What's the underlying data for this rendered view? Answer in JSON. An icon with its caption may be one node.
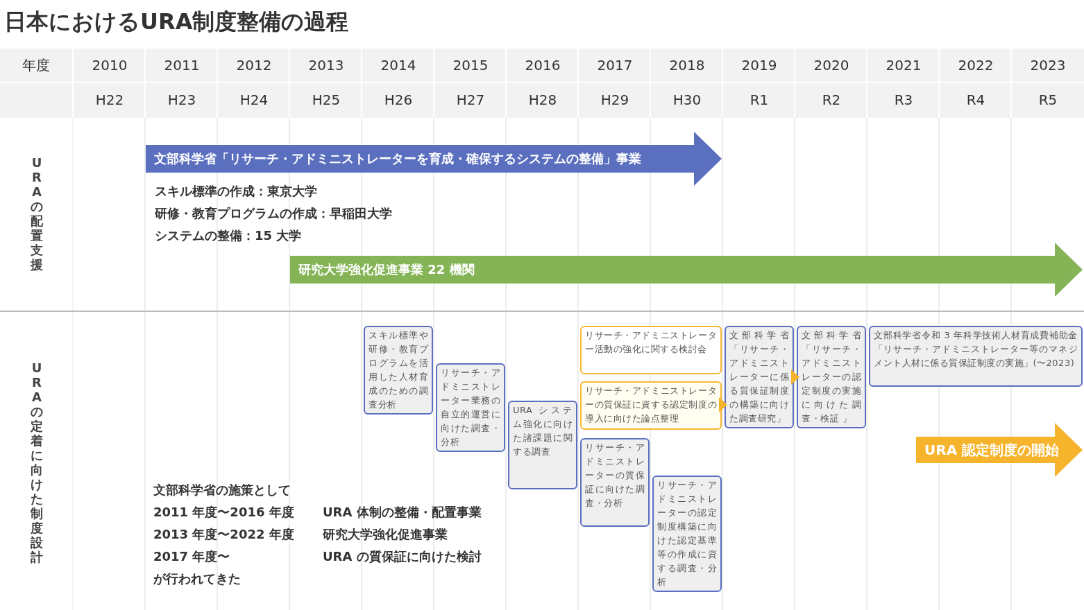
{
  "diagram": {
    "title": "日本におけるURA制度整備の過程",
    "nodes": [
      {
        "text": [
          "文部科学省「リサーチ・アドミニストレーターを育成・確保するシステムの整備」事業"
        ]
      },
      {
        "text": [
          "研究大学強化促進事業 22 機関"
        ]
      },
      {
        "text": [
          "スキル標準や研修・教育プログラムを活用した人材育成のための調査分析"
        ]
      },
      {
        "text": [
          "リサーチ・アドミニストレーター業務の自立的運営に向けた調査・分析"
        ]
      },
      {
        "text": [
          "URA システム強化に向けた諸課題に関する調査"
        ]
      },
      {
        "text": [
          "リサーチ・アドミニストレーター活動の強化に関する検討会"
        ]
      },
      {
        "text": [
          "リサーチ・アドミニストレーターの質保証に資する認定制度の導入に向けた論点整理"
        ]
      },
      {
        "text": [
          "リサーチ・アドミニストレーターの質保証に向けた調査・分析"
        ]
      },
      {
        "text": [
          "リサーチ・アドミニストレーターの認定制度構築に向けた認定基準等の作成に資する調査・分析"
        ]
      },
      {
        "text": [
          "文部科学省「リサーチ・アドミニストレーターに係る質保証制度の構築に向けた調査研究」"
        ]
      },
      {
        "text": [
          "文部科学省「リサーチ・アドミニストレーターの認定制度の実施に向けた調査・検証 」"
        ]
      },
      {
        "text": [
          "文部科学省令和 3 年科学技術人材育成費補助金「リサーチ・アドミニストレーター等のマネジメント人材に係る質保証制度の実施」(〜2023)"
        ]
      },
      {
        "text": [
          "URA 認定制度の開始"
        ]
      }
    ],
    "edges": [
      {
        "from": 6,
        "to": 9,
        "arrow": "to",
        "color": "#f6b42c"
      },
      {
        "from": 9,
        "to": 10,
        "arrow": "to",
        "color": "#f6b42c"
      }
    ],
    "labels": [
      "年度",
      "2010",
      "2011",
      "2012",
      "2013",
      "2014",
      "2015",
      "2016",
      "2017",
      "2018",
      "2019",
      "2020",
      "2021",
      "2022",
      "2023",
      "H22",
      "H23",
      "H24",
      "H25",
      "H26",
      "H27",
      "H28",
      "H29",
      "H30",
      "R1",
      "R2",
      "R3",
      "R4",
      "R5",
      "URAの配置支援",
      "スキル標準の作成：東京大学",
      "研修・教育プログラムの作成：早稲田大学",
      "システムの整備：15 大学",
      "URAの定着に向けた制度設計",
      "文部科学省の施策として",
      "2011 年度〜2016 年度",
      "URA 体制の整備・配置事業",
      "2013 年度〜2022 年度",
      "研究大学強化促進事業",
      "2017 年度〜",
      "URA の質保証に向けた検討",
      "が行われてきた"
    ]
  }
}
